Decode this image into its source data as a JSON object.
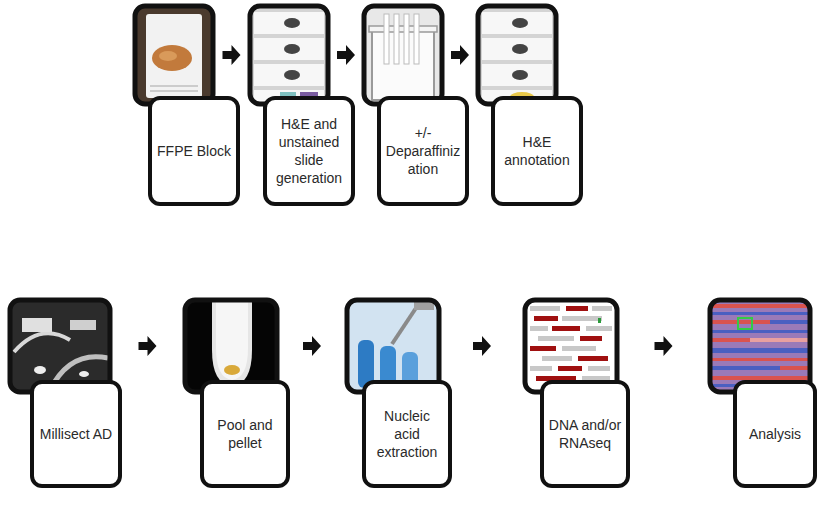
{
  "diagram": {
    "nodes": [
      {
        "text": [
          "FFPE Block"
        ]
      },
      {
        "text": [
          "H&E and unstained slide generation"
        ]
      },
      {
        "text": [
          "+/- Deparaffinization"
        ]
      },
      {
        "text": [
          "H&E annotation"
        ]
      },
      {
        "text": [
          "Millisect AD"
        ]
      },
      {
        "text": [
          "Pool and pellet"
        ]
      },
      {
        "text": [
          "Nucleic acid extraction"
        ]
      },
      {
        "text": [
          "DNA and/or RNAseq"
        ]
      },
      {
        "text": [
          "Analysis"
        ]
      }
    ],
    "edges": [
      {
        "from": 0,
        "to": 1,
        "arrow": "to"
      },
      {
        "from": 1,
        "to": 2,
        "arrow": "to"
      },
      {
        "from": 2,
        "to": 3,
        "arrow": "to"
      },
      {
        "from": 4,
        "to": 5,
        "arrow": "to"
      },
      {
        "from": 5,
        "to": 6,
        "arrow": "to"
      },
      {
        "from": 6,
        "to": 7,
        "arrow": "to"
      },
      {
        "from": 7,
        "to": 8,
        "arrow": "to"
      }
    ]
  }
}
